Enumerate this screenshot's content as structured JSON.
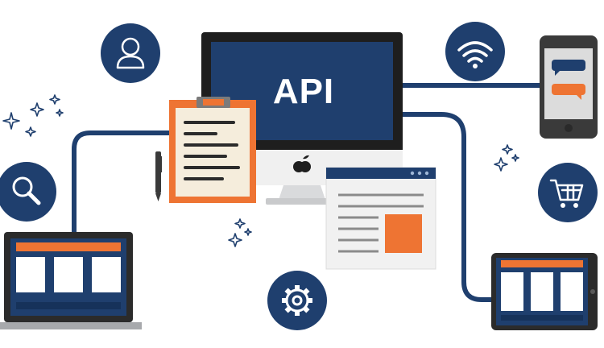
{
  "monitor": {
    "screen_text": "API"
  },
  "icons": [
    {
      "name": "user-icon"
    },
    {
      "name": "wifi-icon"
    },
    {
      "name": "search-icon"
    },
    {
      "name": "shopping-cart-icon"
    },
    {
      "name": "gear-icon"
    },
    {
      "name": "apple-logo-icon"
    },
    {
      "name": "pen-icon"
    },
    {
      "name": "sparkle-icon"
    }
  ],
  "devices": [
    {
      "name": "desktop-monitor"
    },
    {
      "name": "mobile-phone"
    },
    {
      "name": "laptop"
    },
    {
      "name": "tablet"
    },
    {
      "name": "clipboard-document"
    },
    {
      "name": "browser-window"
    }
  ],
  "colors": {
    "navy": "#1f3f6e",
    "orange": "#ee7433",
    "monitor_bezel": "#1e1e1e",
    "paper": "#f5eddc",
    "grey_stand": "#d9dadc",
    "window_bg": "#f1f1f1"
  }
}
